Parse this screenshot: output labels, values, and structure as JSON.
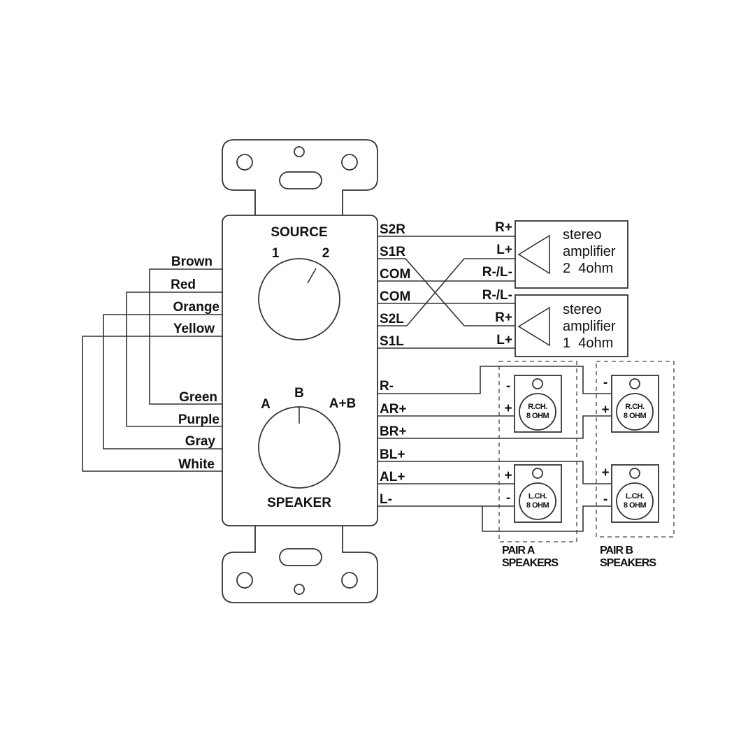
{
  "plate": {
    "source_label": "SOURCE",
    "source_positions": [
      "1",
      "2"
    ],
    "speaker_label": "SPEAKER",
    "speaker_positions": [
      "A",
      "B",
      "A+B"
    ]
  },
  "left_wires": [
    "Brown",
    "Red",
    "Orange",
    "Yellow",
    "Green",
    "Purple",
    "Gray",
    "White"
  ],
  "right_terminals": [
    "S2R",
    "S1R",
    "COM",
    "COM",
    "S2L",
    "S1L",
    "R-",
    "AR+",
    "BR+",
    "BL+",
    "AL+",
    "L-"
  ],
  "amplifier2": {
    "inputs": [
      "R+",
      "L+",
      "R-/L-"
    ],
    "lines": [
      "stereo",
      "amplifier",
      "2  4ohm"
    ]
  },
  "amplifier1": {
    "inputs": [
      "R-/L-",
      "R+",
      "L+"
    ],
    "lines": [
      "stereo",
      "amplifier",
      "1  4ohm"
    ]
  },
  "speakers": {
    "right": [
      "R.CH.",
      "8 OHM"
    ],
    "left": [
      "L.CH.",
      "8 OHM"
    ],
    "plus": "+",
    "minus": "-",
    "pair_a": [
      "PAIR A",
      "SPEAKERS"
    ],
    "pair_b": [
      "PAIR B",
      "SPEAKERS"
    ]
  }
}
